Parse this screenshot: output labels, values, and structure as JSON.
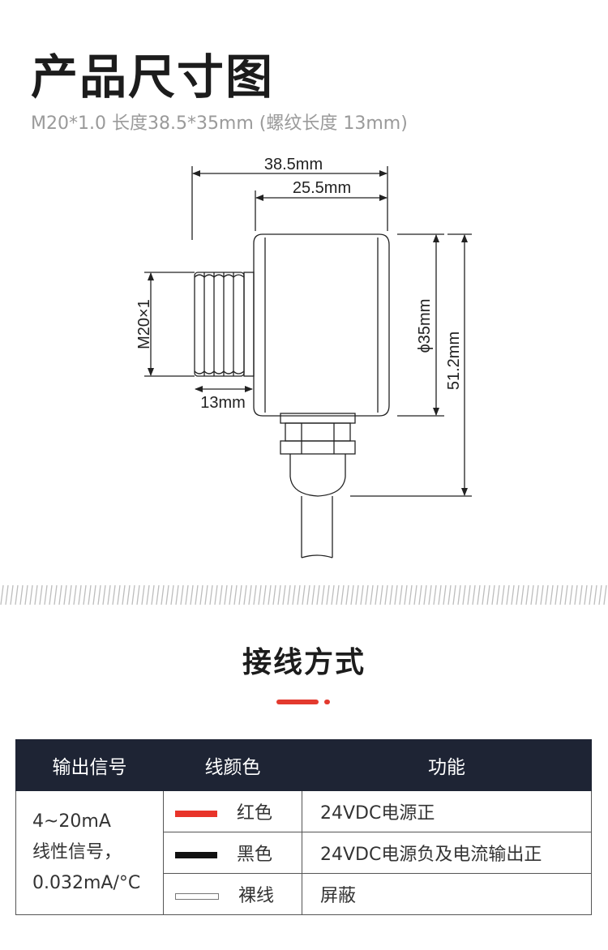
{
  "header": {
    "title": "产品尺寸图",
    "subtitle": "M20*1.0 长度38.5*35mm  (螺纹长度 13mm)"
  },
  "diagram": {
    "labels": {
      "overall_length": "38.5mm",
      "body_length": "25.5mm",
      "thread": "M20×1",
      "thread_length": "13mm",
      "diameter": "ϕ35mm",
      "height": "51.2mm"
    }
  },
  "wiring": {
    "section_title": "接线方式",
    "accent_color": "#e33a2e",
    "headers": [
      "输出信号",
      "线颜色",
      "功能"
    ],
    "signal_lines": [
      "4~20mA",
      "线性信号，",
      "0.032mA/°C"
    ],
    "rows": [
      {
        "color_name": "红色",
        "swatch": "#e8342a",
        "function": "24VDC电源正"
      },
      {
        "color_name": "黑色",
        "swatch": "#111111",
        "function": "24VDC电源负及电流输出正"
      },
      {
        "color_name": "裸线",
        "swatch": "#ffffff",
        "function": "屏蔽"
      }
    ]
  }
}
